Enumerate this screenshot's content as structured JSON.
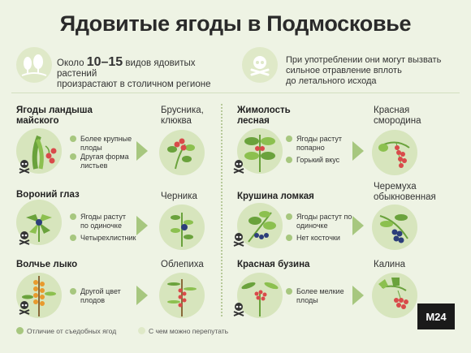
{
  "title": "Ядовитые ягоды в Подмосковье",
  "intro_left": {
    "prefix": "Около ",
    "highlight": "10–15",
    "suffix": " видов ядовитых растений",
    "line2": "произрастают в столичном регионе"
  },
  "intro_right": {
    "line1": "При употреблении они могут вызвать",
    "line2": "сильное отравление вплоть",
    "line3": "до летального исхода"
  },
  "left_column": [
    {
      "poison_name_l1": "Ягоды ландыша",
      "poison_name_l2": "майского",
      "bullets": [
        "Более крупные плоды",
        "Другая форма листьев"
      ],
      "edible_l1": "Брусника,",
      "edible_l2": "клюква"
    },
    {
      "poison_name_l1": "Вороний глаз",
      "poison_name_l2": "",
      "bullets": [
        "Ягоды растут по одиночке",
        "Четырехлистник"
      ],
      "edible_l1": "Черника",
      "edible_l2": ""
    },
    {
      "poison_name_l1": "Волчье лыко",
      "poison_name_l2": "",
      "bullets": [
        "Другой цвет плодов"
      ],
      "edible_l1": "Облепиха",
      "edible_l2": ""
    }
  ],
  "right_column": [
    {
      "poison_name_l1": "Жимолость",
      "poison_name_l2": "лесная",
      "bullets": [
        "Ягоды растут попарно",
        "Горький вкус"
      ],
      "edible_l1": "Красная",
      "edible_l2": "смородина"
    },
    {
      "poison_name_l1": "Крушина ломкая",
      "poison_name_l2": "",
      "bullets": [
        "Ягоды растут по одиночке",
        "Нет косточки"
      ],
      "edible_l1": "Черемуха",
      "edible_l2": "обыкновенная"
    },
    {
      "poison_name_l1": "Красная бузина",
      "poison_name_l2": "",
      "bullets": [
        "Более мелкие плоды"
      ],
      "edible_l1": "Калина",
      "edible_l2": ""
    }
  ],
  "legend": {
    "diff": "Отличие от съедобных ягод",
    "confuse": "С чем можно перепутать"
  },
  "logo": "M24",
  "colors": {
    "background": "#eef3e4",
    "accent": "#a7c77f",
    "circle": "#d7e5bd",
    "poison_berry_red": "#d94a4a",
    "blueberry": "#2c3e7a"
  },
  "icons": [
    "trees-icon",
    "skull-icon",
    "arrow-right-icon"
  ]
}
